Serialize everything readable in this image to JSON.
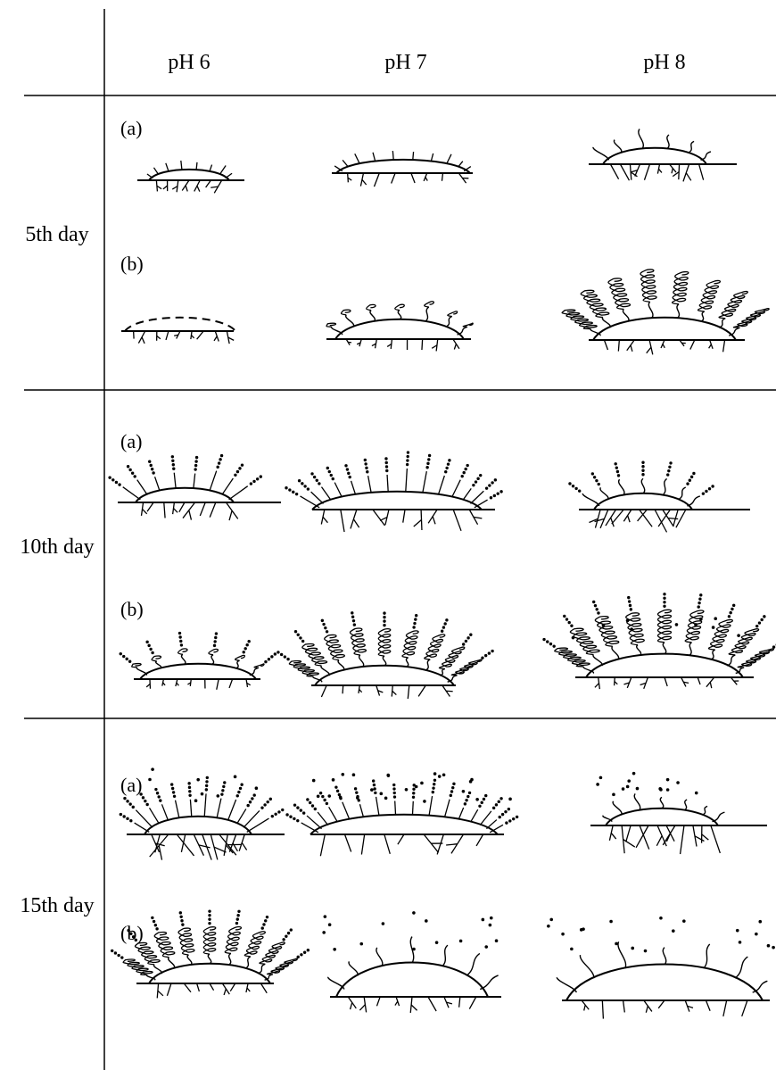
{
  "columns": [
    "pH 6",
    "pH 7",
    "pH 8"
  ],
  "rows": [
    "5th day",
    "10th day",
    "15th day"
  ],
  "panel_labels": [
    "(a)",
    "(b)"
  ]
}
